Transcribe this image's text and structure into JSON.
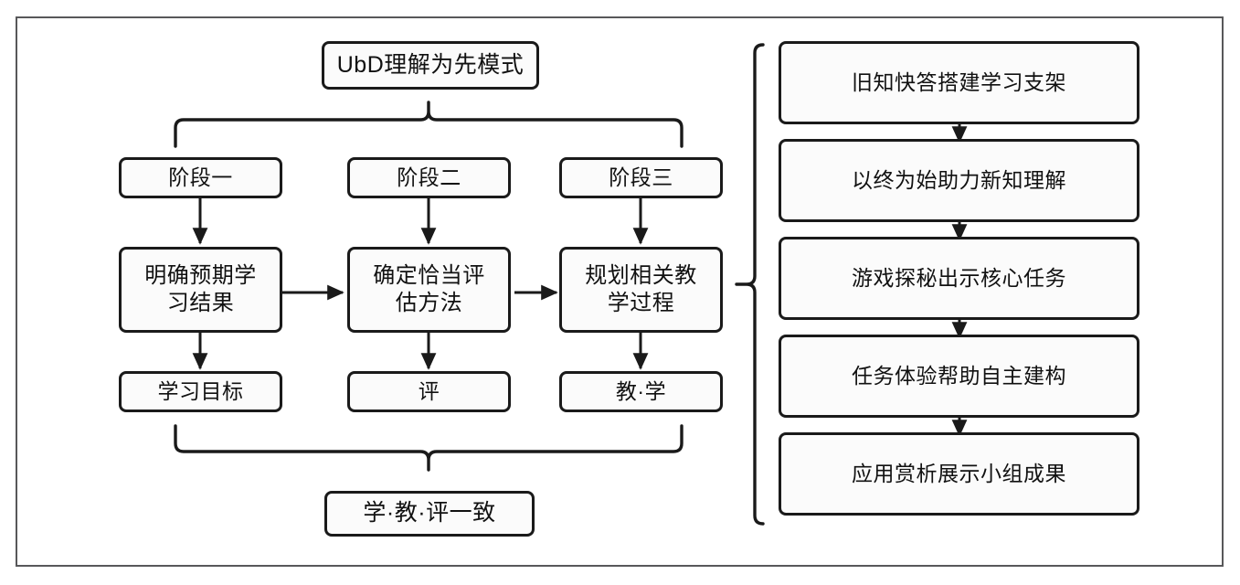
{
  "diagram": {
    "title_box": {
      "label": "UbD理解为先模式"
    },
    "stages": [
      {
        "label": "阶段一"
      },
      {
        "label": "阶段二"
      },
      {
        "label": "阶段三"
      }
    ],
    "main_steps": [
      {
        "label": "明确预期学习结果"
      },
      {
        "label": "确定恰当评估方法"
      },
      {
        "label": "规划相关教学过程"
      }
    ],
    "outcomes": [
      {
        "label": "学习目标"
      },
      {
        "label": "评"
      },
      {
        "label": "教·学"
      }
    ],
    "summary_box": {
      "label": "学·教·评一致"
    },
    "right_sequence": [
      {
        "label": "旧知快答搭建学习支架"
      },
      {
        "label": "以终为始助力新知理解"
      },
      {
        "label": "游戏探秘出示核心任务"
      },
      {
        "label": "任务体验帮助自主建构"
      },
      {
        "label": "应用赏析展示小组成果"
      }
    ],
    "colors": {
      "box_stroke": "#1a1a1a",
      "box_fill": "#fbfbfb",
      "frame_stroke": "#58585a",
      "connector": "#1a1a1a",
      "background": "#ffffff"
    }
  }
}
